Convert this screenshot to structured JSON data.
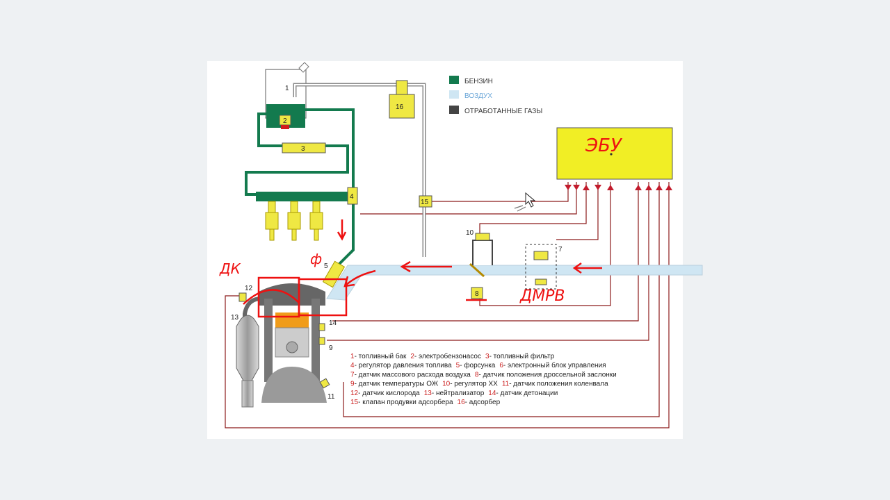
{
  "legend": [
    {
      "label": "БЕНЗИН",
      "color": "#137a4e",
      "text_color": "#333333"
    },
    {
      "label": "ВОЗДУХ",
      "color": "#cfe6f3",
      "text_color": "#6aa6d8"
    },
    {
      "label": "ОТРАБОТАННЫЕ ГАЗЫ",
      "color": "#444444",
      "text_color": "#333333"
    }
  ],
  "component_numbers": {
    "n1": "1",
    "n2": "2",
    "n3": "3",
    "n4": "4",
    "n5": "5",
    "n7": "7",
    "n8": "8",
    "n9": "9",
    "n10": "10",
    "n11": "11",
    "n12": "12",
    "n13": "13",
    "n14": "14",
    "n15": "15",
    "n16": "16"
  },
  "caption_lines": [
    [
      {
        "num": "1",
        "text": "- топливный бак"
      },
      {
        "num": "2",
        "text": "- электробензонасос"
      },
      {
        "num": "3",
        "text": "- топливный фильтр"
      }
    ],
    [
      {
        "num": "4",
        "text": "- регулятор давления топлива"
      },
      {
        "num": "5",
        "text": "- форсунка"
      },
      {
        "num": "6",
        "text": "- электронный блок управления"
      }
    ],
    [
      {
        "num": "7",
        "text": "- датчик массового расхода воздуха"
      },
      {
        "num": "8",
        "text": "- датчик положения дроссельной заслонки"
      }
    ],
    [
      {
        "num": "9",
        "text": "- датчик температуры ОЖ"
      },
      {
        "num": "10",
        "text": "- регулятор ХХ"
      },
      {
        "num": "11",
        "text": "- датчик положения коленвала"
      }
    ],
    [
      {
        "num": "12",
        "text": "- датчик кислорода"
      },
      {
        "num": "13",
        "text": "- нейтрализатор"
      },
      {
        "num": "14",
        "text": "- датчик детонации"
      }
    ],
    [
      {
        "num": "15",
        "text": "- клапан продувки адсорбера"
      },
      {
        "num": "16",
        "text": "- адсорбер"
      }
    ]
  ],
  "handwritten": {
    "ecu": "ЭБУ",
    "flow_sensor": "ДМРВ",
    "chamber": "ДК",
    "injector": "ф"
  },
  "colors": {
    "fuel": "#137a4e",
    "air": "#cfe6f3",
    "ecu": "#f1ee25",
    "component": "#efe843",
    "wire": "#8c1a1a",
    "annotation": "#ee1111"
  }
}
